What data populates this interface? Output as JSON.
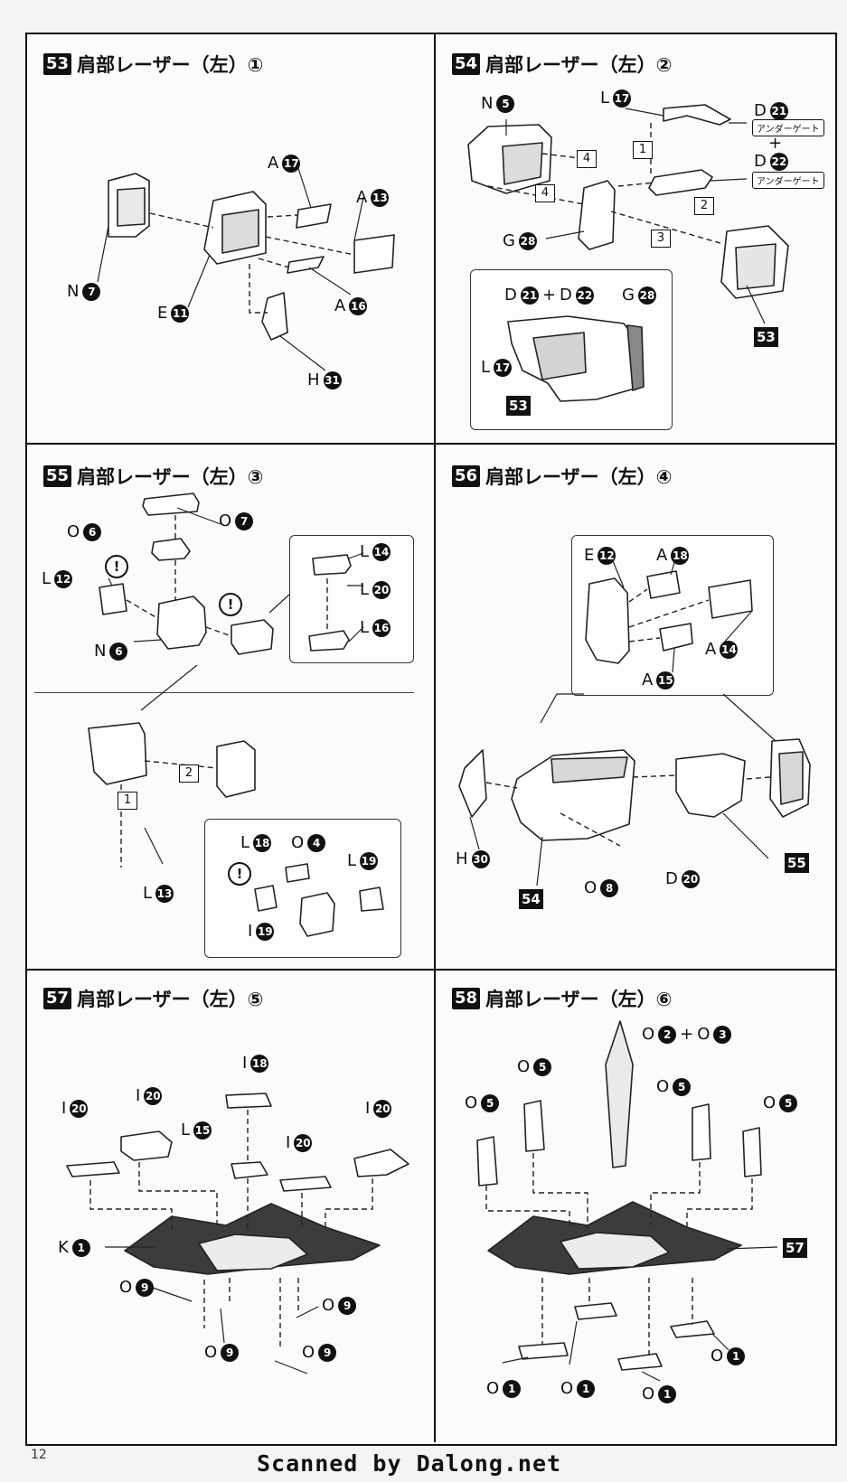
{
  "steps": [
    {
      "num": "53",
      "title": "肩部レーザー（左）①"
    },
    {
      "num": "54",
      "title": "肩部レーザー（左）②"
    },
    {
      "num": "55",
      "title": "肩部レーザー（左）③"
    },
    {
      "num": "56",
      "title": "肩部レーザー（左）④"
    },
    {
      "num": "57",
      "title": "肩部レーザー（左）⑤"
    },
    {
      "num": "58",
      "title": "肩部レーザー（左）⑥"
    }
  ],
  "parts": {
    "s53": [
      {
        "runner": "A",
        "num": "17"
      },
      {
        "runner": "A",
        "num": "13"
      },
      {
        "runner": "N",
        "num": "7"
      },
      {
        "runner": "E",
        "num": "11"
      },
      {
        "runner": "A",
        "num": "16"
      },
      {
        "runner": "H",
        "num": "31"
      }
    ],
    "s54": [
      {
        "runner": "N",
        "num": "5"
      },
      {
        "runner": "L",
        "num": "17"
      },
      {
        "runner": "D",
        "num": "21"
      },
      {
        "runner": "D",
        "num": "22"
      },
      {
        "runner": "G",
        "num": "28"
      },
      {
        "runner": "D",
        "num": "21"
      },
      {
        "runner": "D",
        "num": "22"
      },
      {
        "runner": "G",
        "num": "28"
      },
      {
        "runner": "L",
        "num": "17"
      }
    ],
    "s55": [
      {
        "runner": "O",
        "num": "7"
      },
      {
        "runner": "O",
        "num": "6"
      },
      {
        "runner": "L",
        "num": "12"
      },
      {
        "runner": "N",
        "num": "6"
      },
      {
        "runner": "L",
        "num": "14"
      },
      {
        "runner": "L",
        "num": "20"
      },
      {
        "runner": "L",
        "num": "16"
      },
      {
        "runner": "L",
        "num": "13"
      },
      {
        "runner": "L",
        "num": "18"
      },
      {
        "runner": "O",
        "num": "4"
      },
      {
        "runner": "L",
        "num": "19"
      },
      {
        "runner": "I",
        "num": "19"
      }
    ],
    "s56": [
      {
        "runner": "E",
        "num": "12"
      },
      {
        "runner": "A",
        "num": "18"
      },
      {
        "runner": "A",
        "num": "14"
      },
      {
        "runner": "A",
        "num": "15"
      },
      {
        "runner": "H",
        "num": "30"
      },
      {
        "runner": "O",
        "num": "8"
      },
      {
        "runner": "D",
        "num": "20"
      }
    ],
    "s57": [
      {
        "runner": "I",
        "num": "18"
      },
      {
        "runner": "I",
        "num": "20"
      },
      {
        "runner": "I",
        "num": "20"
      },
      {
        "runner": "L",
        "num": "15"
      },
      {
        "runner": "I",
        "num": "20"
      },
      {
        "runner": "I",
        "num": "20"
      },
      {
        "runner": "K",
        "num": "1"
      },
      {
        "runner": "O",
        "num": "9"
      },
      {
        "runner": "O",
        "num": "9"
      },
      {
        "runner": "O",
        "num": "9"
      },
      {
        "runner": "O",
        "num": "9"
      }
    ],
    "s58": [
      {
        "runner": "O",
        "num": "5"
      },
      {
        "runner": "O",
        "num": "5"
      },
      {
        "runner": "O",
        "num": "5"
      },
      {
        "runner": "O",
        "num": "5"
      },
      {
        "runner": "O",
        "num": "1"
      },
      {
        "runner": "O",
        "num": "1"
      },
      {
        "runner": "O",
        "num": "1"
      },
      {
        "runner": "O",
        "num": "1"
      },
      {
        "runner": "O",
        "num": "2"
      },
      {
        "runner": "O",
        "num": "3"
      }
    ]
  },
  "refs": {
    "ref53a": "53",
    "ref53b": "53",
    "ref55": "55",
    "ref54": "54",
    "ref57": "57"
  },
  "tags": {
    "under_gate_1": "アンダーゲート",
    "under_gate_2": "アンダーゲート",
    "plus": "+"
  },
  "order": {
    "s54": [
      "1",
      "2",
      "3",
      "4",
      "4"
    ],
    "s55": [
      "1",
      "2"
    ]
  },
  "caution": "!",
  "footer": {
    "page_number": "12",
    "credit": "Scanned by Dalong.net"
  }
}
